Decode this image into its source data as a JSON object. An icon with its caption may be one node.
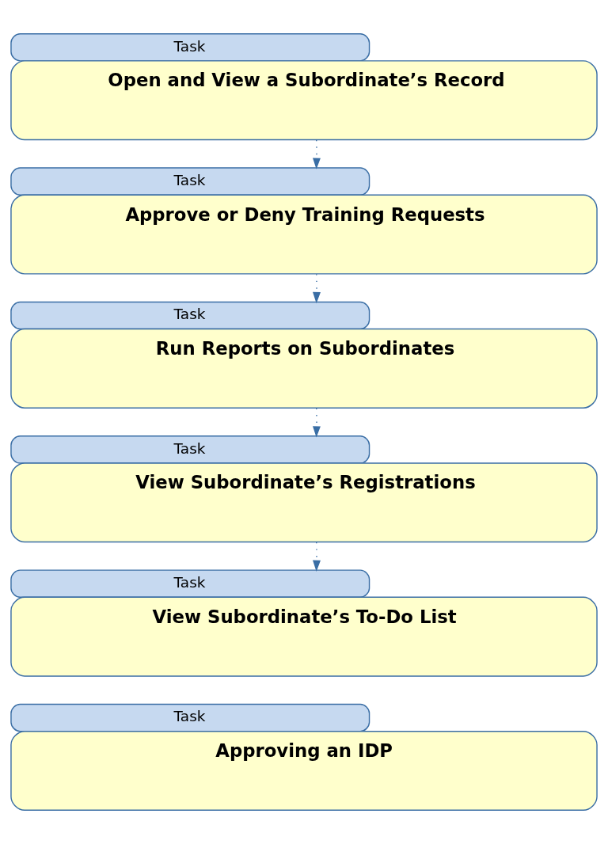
{
  "diagram": {
    "nodes": [
      {
        "text": [
          "Task",
          "Open and View a Subordinate’s Record"
        ]
      },
      {
        "text": [
          "Task",
          "Approve or Deny Training Requests"
        ]
      },
      {
        "text": [
          "Task",
          "Run Reports on Subordinates"
        ]
      },
      {
        "text": [
          "Task",
          "View Subordinate’s Registrations"
        ]
      },
      {
        "text": [
          "Task",
          "View Subordinate’s To-Do List"
        ]
      },
      {
        "text": [
          "Task",
          "Approving an IDP"
        ]
      }
    ],
    "edges": [
      {
        "from": 0,
        "to": 1,
        "arrow": "to",
        "style": "dashed"
      },
      {
        "from": 1,
        "to": 2,
        "arrow": "to",
        "style": "dashed"
      },
      {
        "from": 2,
        "to": 3,
        "arrow": "to",
        "style": "dashed"
      },
      {
        "from": 3,
        "to": 4,
        "arrow": "to",
        "style": "dashed"
      }
    ]
  }
}
